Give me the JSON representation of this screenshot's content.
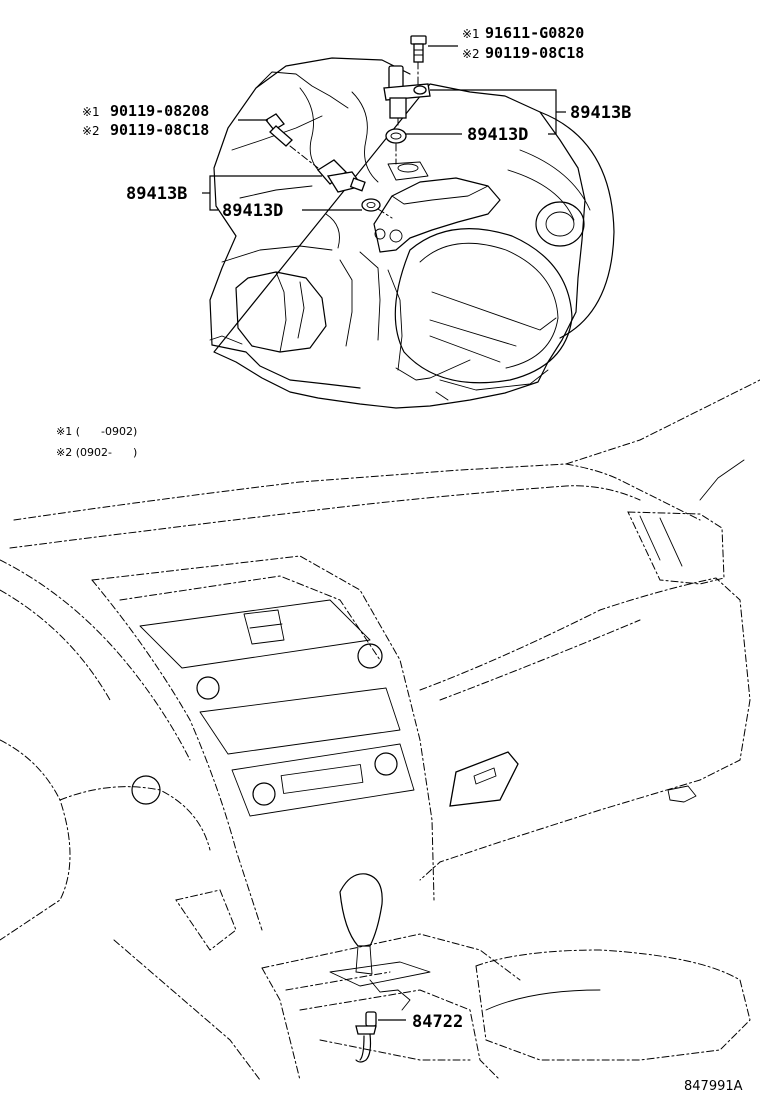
{
  "callouts": {
    "bolt_top": {
      "mark1": "※1",
      "pn1": "91611-G0820",
      "mark2": "※2",
      "pn2": "90119-08C18"
    },
    "bolt_left": {
      "mark1": "※1",
      "pn1": "90119-08208",
      "mark2": "※2",
      "pn2": "90119-08C18"
    },
    "sensor_right": "89413B",
    "oring_right": "89413D",
    "sensor_left": "89413B",
    "oring_left": "89413D",
    "shift_switch": "84722"
  },
  "footnotes": {
    "note1": "※1 (      -0902)",
    "note2": "※2 (0902-      )"
  },
  "figure_ref": "847991A"
}
